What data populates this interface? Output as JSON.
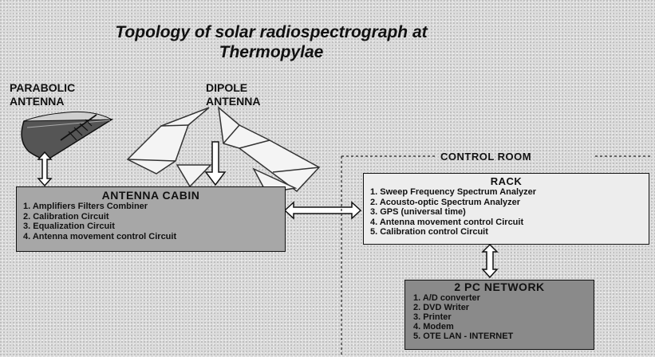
{
  "title": {
    "line1": "Topology of solar radiospectrograph at",
    "line2": "Thermopylae"
  },
  "antennas": {
    "parabolic_line1": "PARABOLIC",
    "parabolic_line2": "ANTENNA",
    "dipole_line1": "DIPOLE",
    "dipole_line2": "ANTENNA"
  },
  "control_room": {
    "label": "CONTROL ROOM"
  },
  "antenna_cabin": {
    "title": "ANTENNA CABIN",
    "items": [
      "1. Amplifiers Filters Combiner",
      "2. Calibration Circuit",
      "3. Equalization Circuit",
      "4. Antenna movement control Circuit"
    ]
  },
  "rack": {
    "title": "RACK",
    "items": [
      "1. Sweep Frequency Spectrum Analyzer",
      "2. Acousto-optic Spectrum Analyzer",
      "3. GPS (universal time)",
      "4. Antenna movement control Circuit",
      "5. Calibration control Circuit"
    ]
  },
  "pc_network": {
    "title": "2 PC NETWORK",
    "items": [
      "1. A/D converter",
      "2. DVD Writer",
      "3. Printer",
      "4. Modem",
      "5. OTE LAN - INTERNET"
    ]
  },
  "colors": {
    "antenna_cabin_fill": "#a7a7a7",
    "rack_fill": "#ededed",
    "pc_network_fill": "#8a8a8a",
    "background": "#dcdcdc"
  }
}
